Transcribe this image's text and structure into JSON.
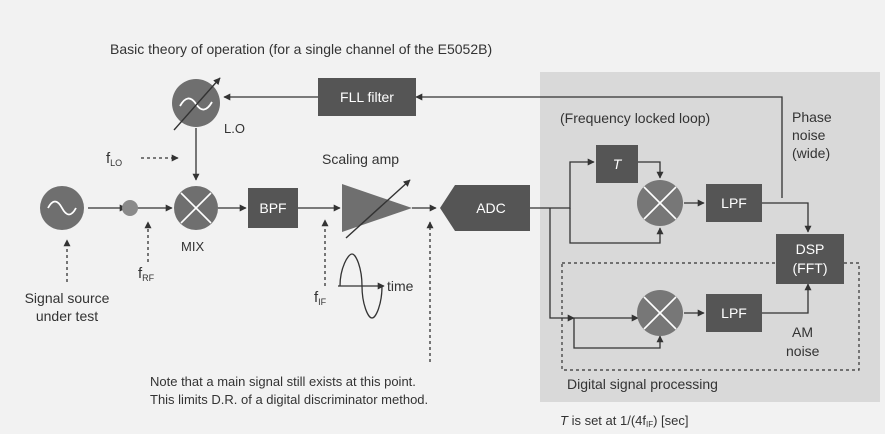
{
  "title": "Basic theory of operation (for a single channel of the E5052B)",
  "blocks": {
    "fll_filter": "FLL filter",
    "bpf": "BPF",
    "adc": "ADC",
    "lpf_upper": "LPF",
    "lpf_lower": "LPF",
    "dsp_line1": "DSP",
    "dsp_line2": "(FFT)",
    "delay": "T"
  },
  "labels": {
    "lo": "L.O",
    "mix": "MIX",
    "scaling_amp": "Scaling amp",
    "f_lo": {
      "base": "f",
      "sub": "LO"
    },
    "f_rf": {
      "base": "f",
      "sub": "RF"
    },
    "f_if": {
      "base": "f",
      "sub": "IF"
    },
    "time": "time",
    "signal_source_1": "Signal source",
    "signal_source_2": "under test",
    "fll_region": "(Frequency locked loop)",
    "phase_noise_1": "Phase",
    "phase_noise_2": "noise",
    "phase_noise_3": "(wide)",
    "am_noise_1": "AM",
    "am_noise_2": "noise",
    "dsp_region": "Digital signal processing",
    "note_1": "Note that a main signal still exists at this point.",
    "note_2": "This limits D.R. of a digital discriminator method.",
    "footnote_t": "T",
    "footnote_rest_1": " is set at 1/(4f",
    "footnote_sub": "IF",
    "footnote_rest_2": ") [sec]"
  },
  "colors": {
    "background": "#f2f2f2",
    "dsp_panel": "#d9d9d9",
    "block": "#555555",
    "circle": "#6f6f6f",
    "line": "#333333",
    "text": "#333333"
  }
}
